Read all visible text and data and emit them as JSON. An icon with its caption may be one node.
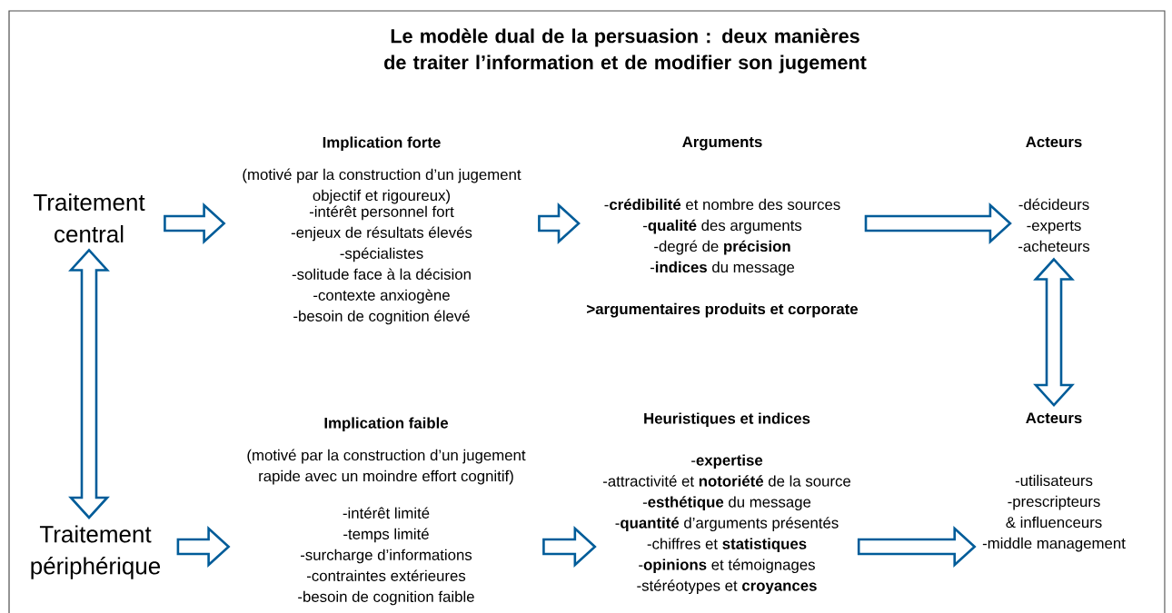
{
  "diagram": {
    "title": "Le modèle dual de la persuasion : deux manières de traiter l’information et de modifier son jugement",
    "nodes": [
      {
        "text": [
          "Traitement central"
        ]
      },
      {
        "text": [
          "Implication forte",
          "(motivé par la construction d’un jugement objectif et rigoureux)",
          "-intérêt personnel fort",
          "-enjeux de résultats élevés",
          "-spécialistes",
          "-solitude face à la décision",
          "-contexte anxiogène",
          "-besoin de cognition élevé"
        ]
      },
      {
        "text": [
          "Arguments",
          "-**crédibilité** et nombre des sources",
          "-**qualité** des arguments",
          "-degré de **précision**",
          "-**indices** du message",
          ">argumentaires produits et corporate"
        ]
      },
      {
        "text": [
          "Acteurs",
          "-décideurs",
          "-experts",
          "-acheteurs"
        ]
      },
      {
        "text": [
          "Traitement périphérique"
        ]
      },
      {
        "text": [
          "Implication faible",
          "(motivé par la construction d’un jugement rapide avec un moindre effort cognitif)",
          "-intérêt limité",
          "-temps limité",
          "-surcharge d’informations",
          "-contraintes extérieures",
          "-besoin de cognition faible"
        ]
      },
      {
        "text": [
          "Heuristiques et indices",
          "-**expertise**",
          "-attractivité et **notoriété** de la source",
          "-**esthétique** du message",
          "-**quantité** d’arguments présentés",
          "-chiffres et **statistiques**",
          "-**opinions** et témoignages",
          "-stéréotypes et **croyances**"
        ]
      },
      {
        "text": [
          "Acteurs",
          "-utilisateurs",
          "-prescripteurs",
          "& influenceurs",
          "-middle management"
        ]
      }
    ],
    "edges": [
      {
        "from": 0,
        "to": 1,
        "arrow": "to"
      },
      {
        "from": 1,
        "to": 2,
        "arrow": "to"
      },
      {
        "from": 2,
        "to": 3,
        "arrow": "to"
      },
      {
        "from": 0,
        "to": 4,
        "arrow": "both"
      },
      {
        "from": 3,
        "to": 7,
        "arrow": "both"
      },
      {
        "from": 4,
        "to": 5,
        "arrow": "to"
      },
      {
        "from": 5,
        "to": 6,
        "arrow": "to"
      },
      {
        "from": 6,
        "to": 7,
        "arrow": "to"
      }
    ]
  }
}
